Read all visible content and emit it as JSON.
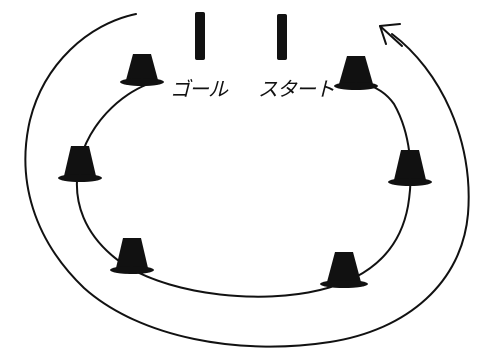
{
  "diagram": {
    "labels": {
      "goal": "ゴール",
      "start": "スタート"
    },
    "cone_count": 6,
    "post_count": 2,
    "direction": "counter-clockwise",
    "colors": {
      "ink": "#111111",
      "paper": "#ffffff"
    },
    "icons": {
      "cone": "traffic-cone-icon",
      "post": "post-marker-icon",
      "arrow": "arrow-head-icon"
    }
  }
}
